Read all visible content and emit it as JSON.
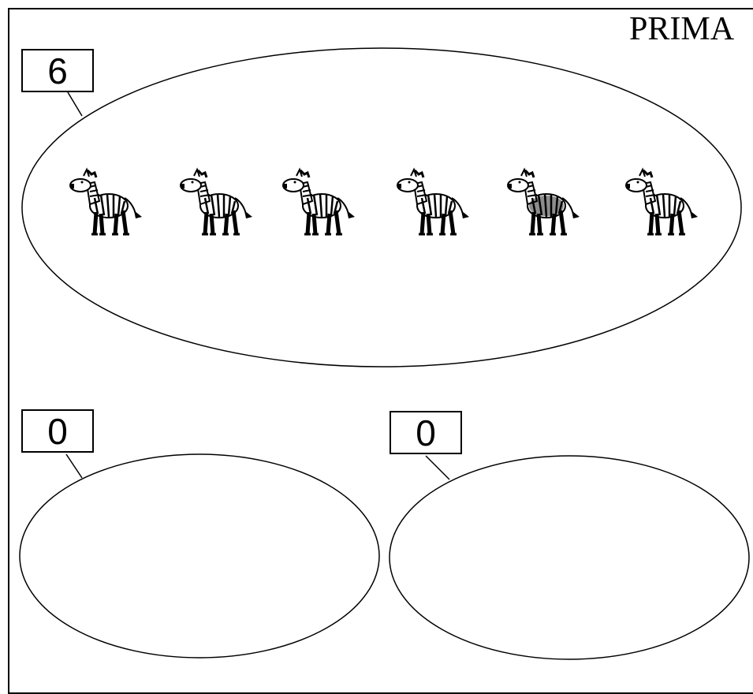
{
  "header": {
    "title": "PRIMA"
  },
  "sets": {
    "top": {
      "count": "6"
    },
    "left": {
      "count": "0"
    },
    "right": {
      "count": "0"
    }
  },
  "items": [
    {
      "icon": "zebra-icon",
      "tone": "light"
    },
    {
      "icon": "zebra-icon",
      "tone": "light"
    },
    {
      "icon": "zebra-icon",
      "tone": "light"
    },
    {
      "icon": "zebra-icon",
      "tone": "light"
    },
    {
      "icon": "zebra-icon",
      "tone": "dark"
    },
    {
      "icon": "zebra-icon",
      "tone": "light"
    }
  ]
}
